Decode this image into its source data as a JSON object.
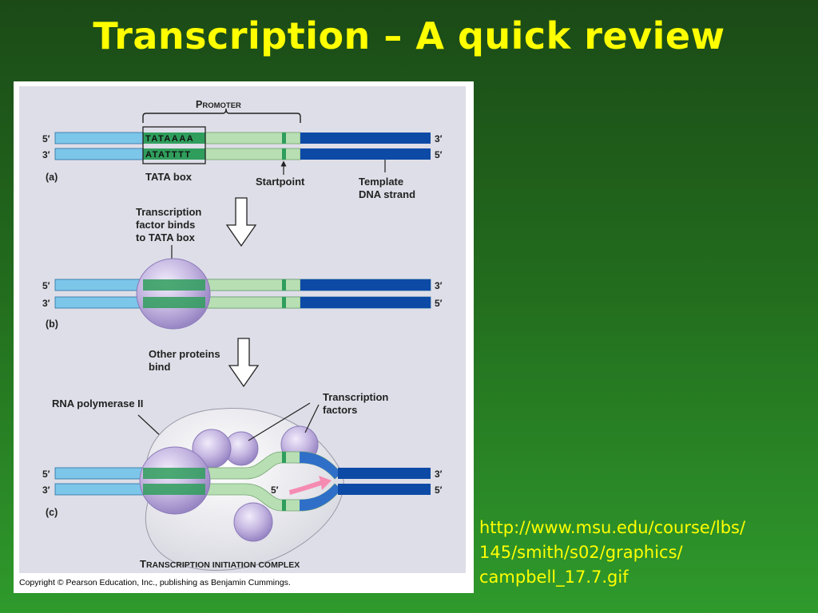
{
  "slide": {
    "title": "Transcription – A quick review"
  },
  "source": {
    "url_lines": [
      "http://www.msu.edu/course/lbs/",
      "145/smith/s02/graphics/",
      "campbell_17.7.gif"
    ]
  },
  "figure": {
    "colors": {
      "light_blue": "#7cc6ea",
      "dark_blue": "#0d4aa6",
      "pale_green": "#b8dfb4",
      "green": "#2f9e5c",
      "purple": "#b9a8d8",
      "complex": "#ececf2",
      "pink": "#f58bb0"
    },
    "panel_a": {
      "promoter_prefix": "P",
      "promoter_rest": "ROMOTER",
      "strand_top_left": "5′",
      "strand_top_right": "3′",
      "strand_bottom_left": "3′",
      "strand_bottom_right": "5′",
      "tata_top": "TATAAAA",
      "tata_bottom": "ATATTTT",
      "label": "(a)",
      "tata_box": "TATA box",
      "startpoint": "Startpoint",
      "template_line1": "Template",
      "template_line2": "DNA strand"
    },
    "step_1": {
      "line1": "Transcription",
      "line2": "factor binds",
      "line3": "to TATA box"
    },
    "panel_b": {
      "strand_top_left": "5′",
      "strand_top_right": "3′",
      "strand_bottom_left": "3′",
      "strand_bottom_right": "5′",
      "label": "(b)"
    },
    "step_2": {
      "line1": "Other proteins",
      "line2": "bind"
    },
    "panel_c": {
      "rna_pol": "RNA polymerase II",
      "tf_line1": "Transcription",
      "tf_line2": "factors",
      "strand_top_left": "5′",
      "strand_top_right": "3′",
      "strand_bottom_left": "3′",
      "strand_bottom_right": "5′",
      "rna_5prime": "5′",
      "label": "(c)",
      "complex_first_letter": "T",
      "complex_rest": "RANSCRIPTION INITIATION COMPLEX"
    },
    "copyright": "Copyright © Pearson Education, Inc., publishing as Benjamin Cummings."
  }
}
